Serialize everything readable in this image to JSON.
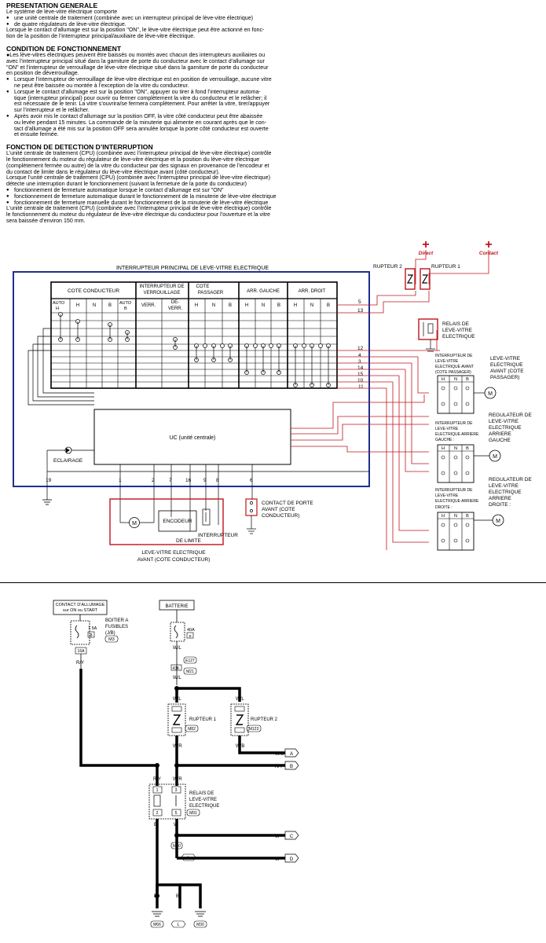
{
  "text": {
    "sec1_title": "PRESENTATION GENERALE",
    "sec1_p1": "Le système de lève-vitre électrique comporte",
    "sec1_b1": "une unité centrale de traitement (combinée avec un interrupteur principal de lève-vitre électrique)",
    "sec1_b2": "de quatre régulateurs de lève-vitre électrique.",
    "sec1_p2": "Lorsque le contact d’allumage est sur la position \"ON\", le lève-vitre électrique peut être actionné en fonc-",
    "sec1_p3": "tion de la position de l’interrupteur principal/auxiliaire de lève-vitre électrique.",
    "sec2_title": "CONDITION DE FONCTIONNEMENT",
    "sec2_l1": "●Les lève-vitres électriques peuvent être baissés ou montés avec chacun des interrupteurs auxiliaires ou",
    "sec2_l2": "avec l’interrupteur principal situé dans la garniture de porte du conducteur avec le contact d’allumage sur",
    "sec2_l3": "\"ON\" et l’interrupteur de verrouillage de lève-vitre électrique situé dans la garniture de porte du conducteur",
    "sec2_l4": "en position de déverrouillage.",
    "sec2_b1a": "Lorsque l’interrupteur de verrouillage de lève-vitre électrique est en position de verrouillage, aucune vitre",
    "sec2_b1b": "ne peut être baissée ou montée à l’exception de la vitre du conducteur.",
    "sec2_b2a": "Lorsque le contact d’allumage est sur la position \"ON\", appuyer ou tirer à fond l’interrupteur automa-",
    "sec2_b2b": "tique (interrupteur principal) pour ouvrir ou fermer complètement la vitre du conducteur et le relâcher; il",
    "sec2_b2c": "est nécessaire de le tenir. La vitre s’ouvrira/se fermera complètement. Pour arrêter la vitre, tirer/appuyer",
    "sec2_b2d": "sur l’interrupteur et le relâcher.",
    "sec2_b3a": "Après avoir mis le contact d’allumage sur la position OFF, la vitre côté conducteur peut être abaissée",
    "sec2_b3b": "ou levée pendant 15 minutes. La commande de la minuterie qui alimente en courant après que le con-",
    "sec2_b3c": "tact d’allumage a été mis sur la position OFF sera annulée lorsque la porte côté conducteur est ouverte",
    "sec2_b3d": "et ensuite fermée.",
    "sec3_title": "FONCTION DE DETECTION D’INTERRUPTION",
    "sec3_l1": "L’unité centrale de traitement (CPU) (combinée avec l’interrupteur principal de lève-vitre électrique) contrôle",
    "sec3_l2": "le fonctionnement du moteur du régulateur de lève-vitre électrique et la position du lève-vitre électrique",
    "sec3_l3": "(complètement fermée ou autre) de la vitre du conducteur par des signaux en provenance de l’encodeur et",
    "sec3_l4": "du contact de limite dans le régulateur du lève-vitre électrique avant (côté conducteur).",
    "sec3_l5": "Lorsque l’unité centrale de traitement (CPU) (combinée avec l’interrupteur principal de lève-vitre électrique)",
    "sec3_l6": "détecte une interruption durant le fonctionnement    (suivant la fermeture de la porte du conducteur)",
    "sec3_b1": "fonctionnement de fermeture automatique lorsque le contact d’allumage est sur \"ON\"",
    "sec3_b2": "fonctionnement de fermeture automatique durant le fonctionnement de la minuterie de lève-vitre électrique",
    "sec3_b3": "fonctionnement de fermeture manuelle durant le fonctionnement de la minuterie de lève-vitre électrique",
    "sec3_l7": "L’unité centrale de traitement (CPU) (combinée avec l’interrupteur principal de lève-vitre électrique) contrôle",
    "sec3_l8": "le fonctionnement du moteur du régulateur de lève-vitre électrique du conducteur pour l’ouverture et la vitre",
    "sec3_l9": "sera baissée d’environ 150 mm."
  },
  "diagram1": {
    "main_switch_title": "INTERRUPTEUR PRINCIPAL DE LEVE-VITRE ELECTRIQUE",
    "col_driver": "COTE CONDUCTEUR",
    "col_lock_1": "INTERRUPTEUR DE",
    "col_lock_2": "VERROUILLAGE",
    "col_pass_1": "COTE",
    "col_pass_2": "PASSAGER",
    "col_rl": "ARR. GAUCHE",
    "col_rr": "ARR. DROIT",
    "sub_auto_up": "AUTO",
    "sub_auto_up2": "H",
    "sub_h": "H",
    "sub_n": "N",
    "sub_b": "B",
    "sub_auto_dn": "AUTO",
    "sub_auto_dn2": "B",
    "sub_verr": "VERR.",
    "sub_deverr_1": "DE-",
    "sub_deverr_2": "VERR.",
    "cpu_label": "UC (unité centrale)",
    "lighting": "ECLAIRAGE",
    "pins_bottom": [
      "19",
      "1",
      "2",
      "7",
      "16",
      "9",
      "8",
      "6"
    ],
    "pins_right": [
      "5",
      "13",
      "12",
      "4",
      "3",
      "14",
      "15",
      "10",
      "11"
    ],
    "encoder": "ENCODEUR",
    "limit_1": "INTERRUPTEUR",
    "limit_2": "DE LIMITE",
    "front_driver_1": "LEVE-VITRE ELECTRIQUE",
    "front_driver_2": "AVANT (COTE CONDUCTEUR)",
    "door_sw_1": "CONTACT DE PORTE",
    "door_sw_2": "AVANT (COTE",
    "door_sw_3": "CONDUCTEUR)",
    "breaker2": "RUPTEUR 2",
    "breaker1": "RUPTEUR 1",
    "direct": "Direct",
    "contact": "Contact",
    "plus": "+",
    "relay_1": "RELAIS DE",
    "relay_2": "LEVE-VITRE",
    "relay_3": "ELECTRIQUE",
    "sub_fp_1": "INTERRUPTEUR DE",
    "sub_fp_2": "LEVE-VITRE",
    "sub_fp_3": "ELECTRIQUE AVANT",
    "sub_fp_4": "(COTE PASSAGER)",
    "mot_fp_1": "LEVE-VITRE",
    "mot_fp_2": "ELECTRIQUE",
    "mot_fp_3": "AVANT (COTE",
    "mot_fp_4": "PASSAGER)",
    "sub_rl_1": "INTERRUPTEUR DE",
    "sub_rl_2": "LEVE-VITRE",
    "sub_rl_3": "ELECTRIQUE ARRIERE",
    "sub_rl_4": "GAUCHE :",
    "mot_rl_1": "REGULATEUR DE",
    "mot_rl_2": "LEVE-VITRE",
    "mot_rl_3": "ELECTRIQUE",
    "mot_rl_4": "ARRIERE",
    "mot_rl_5": "GAUCHE",
    "sub_rr_1": "INTERRUPTEUR DE",
    "sub_rr_2": "LEVE-VITRE",
    "sub_rr_3": "ELECTRIQUE ARRIERE",
    "sub_rr_4": "DROITE :",
    "mot_rr_1": "REGULATEUR DE",
    "mot_rr_2": "LEVE-VITRE",
    "mot_rr_3": "ELECTRIQUE",
    "mot_rr_4": "ARRIERE",
    "mot_rr_5": "DROITE :",
    "motor_symbol": "M",
    "hnb_h": "H",
    "hnb_n": "N",
    "hnb_b": "B"
  },
  "diagram2": {
    "ign_1": "CONTACT D’ALLUMAGE",
    "ign_2": "sur ON ou START",
    "battery": "BATTERIE",
    "fuse_amp": "7.5A",
    "fuse_num": "8",
    "fuse_box_1": "BOITIER A",
    "fuse_box_2": "FUSIBLES",
    "fuse_box_3": "(J/B)",
    "m3": "M3",
    "c16a": "16A",
    "ry": "R/Y",
    "fl_amp": "40A",
    "fl_id": "e",
    "wl": "W/L",
    "e127": "E127",
    "c43k": "43K",
    "m21": "M21",
    "breaker1": "RUPTEUR 1",
    "m82": "M82",
    "breaker2": "RUPTEUR 2",
    "m123": "M123",
    "c1": "1",
    "c2": "2",
    "c3": "3",
    "c5": "5",
    "wr": "W/R",
    "wb": "W/B",
    "arrow_a": "A",
    "arrow_b": "B",
    "relay_1": "RELAIS DE",
    "relay_2": "LEVE-VITRE",
    "relay_3": "ELECTRIQUE",
    "m91": "M91",
    "w": "W",
    "b": "B",
    "arrow_c": "C",
    "m50": "M50",
    "l": "L",
    "arrow_d": "D",
    "m66": "M66",
    "m30": "M30"
  }
}
